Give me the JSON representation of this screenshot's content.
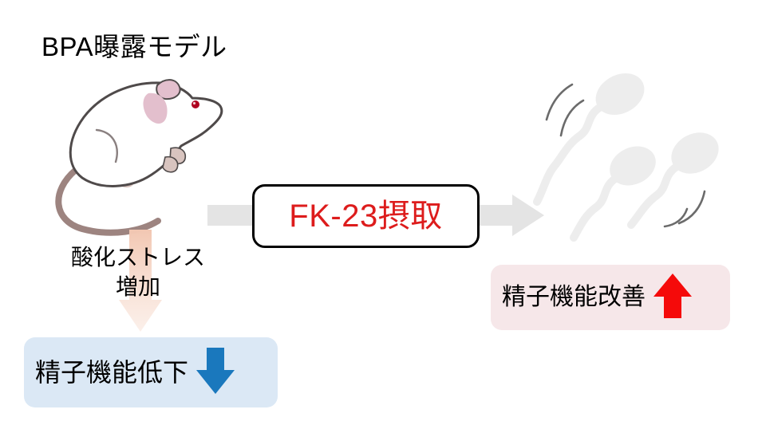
{
  "figure": {
    "title": "BPA曝露モデル",
    "background_color": "#ffffff"
  },
  "model": {
    "label": "BPA曝露モデル",
    "animal_icon": "mouse-icon",
    "mouse_body_color": "#ffffff",
    "mouse_outline_color": "#4f4a4a",
    "mouse_ear_color": "#e3bfcd",
    "mouse_eye_color": "#b00020",
    "mouse_tail_color": "#9d8480"
  },
  "oxidative_stress": {
    "line1": "酸化ストレス",
    "line2": "増加",
    "arrow_icon": "down-arrow-icon",
    "arrow_color": "#f3cdbb",
    "direction": "down"
  },
  "outcome_before": {
    "label": "精子機能低下",
    "arrow_icon": "down-arrow-icon",
    "arrow_color": "#1a78bd",
    "panel_color": "#dbe8f5",
    "direction": "down"
  },
  "process": {
    "arrow_icon": "right-arrow-icon",
    "arrow_color": "#e4e4e4",
    "direction": "right",
    "treatment_label": "FK-23摂取",
    "treatment_text_color": "#dd1c1c",
    "treatment_border_color": "#000000"
  },
  "result": {
    "sperm_icon": "sperm-cells-icon",
    "sperm_color": "#ededed",
    "motion_mark_color": "#6b6b6b",
    "sperm_count": 3
  },
  "outcome_after": {
    "label": "精子機能改善",
    "arrow_icon": "up-arrow-icon",
    "arrow_color": "#f50a0a",
    "panel_color": "#f6e7e9",
    "direction": "up"
  }
}
